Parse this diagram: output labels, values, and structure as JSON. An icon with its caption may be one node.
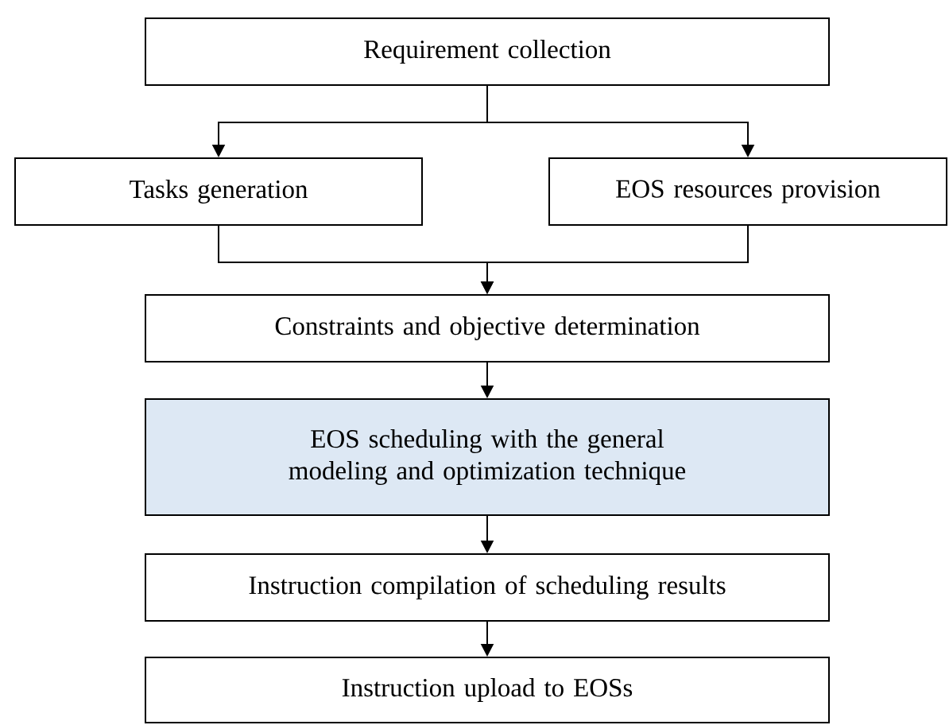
{
  "diagram": {
    "nodes": [
      {
        "text": [
          "Requirement collection"
        ]
      },
      {
        "text": [
          "Tasks generation"
        ]
      },
      {
        "text": [
          "EOS resources provision"
        ]
      },
      {
        "text": [
          "Constraints and objective determination"
        ]
      },
      {
        "text": [
          "EOS scheduling with the general modeling and optimization technique"
        ]
      },
      {
        "text": [
          "Instruction compilation of scheduling results"
        ]
      },
      {
        "text": [
          "Instruction upload to EOSs"
        ]
      }
    ],
    "edges": [
      {
        "from": 0,
        "to": 1,
        "arrow": "to"
      },
      {
        "from": 0,
        "to": 2,
        "arrow": "to"
      },
      {
        "from": 1,
        "to": 3,
        "arrow": "to"
      },
      {
        "from": 2,
        "to": 3,
        "arrow": "to"
      },
      {
        "from": 3,
        "to": 4,
        "arrow": "to"
      },
      {
        "from": 4,
        "to": 5,
        "arrow": "to"
      },
      {
        "from": 5,
        "to": 6,
        "arrow": "to"
      }
    ]
  }
}
